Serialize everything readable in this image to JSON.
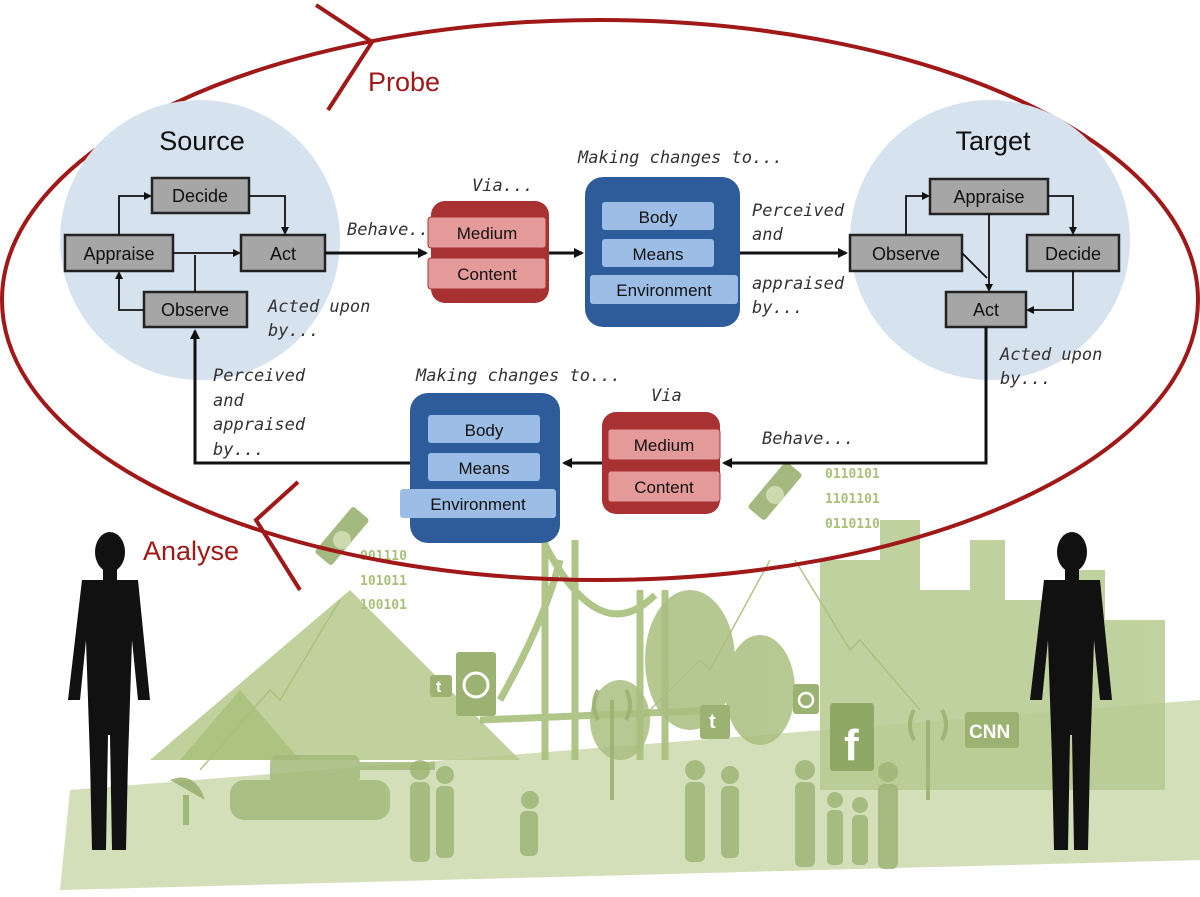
{
  "labels": {
    "probe": "Probe",
    "analyse": "Analyse",
    "source_title": "Source",
    "target_title": "Target"
  },
  "source": {
    "decide": "Decide",
    "appraise": "Appraise",
    "act": "Act",
    "observe": "Observe"
  },
  "target": {
    "appraise": "Appraise",
    "observe": "Observe",
    "decide": "Decide",
    "act": "Act"
  },
  "top_flow": {
    "behave": "Behave...",
    "via": "Via...",
    "medium": "Medium",
    "content": "Content",
    "making_changes": "Making changes to...",
    "body": "Body",
    "means": "Means",
    "environment": "Environment",
    "perceived_lines": [
      "Perceived",
      "and",
      "appraised",
      "by..."
    ],
    "acted_upon_lines": [
      "Acted upon",
      "by..."
    ]
  },
  "bottom_flow": {
    "acted_upon_lines": [
      "Acted upon",
      "by..."
    ],
    "behave": "Behave...",
    "via": "Via",
    "medium": "Medium",
    "content": "Content",
    "making_changes": "Making changes to...",
    "body": "Body",
    "means": "Means",
    "environment": "Environment",
    "perceived_lines": [
      "Perceived",
      "and",
      "appraised",
      "by..."
    ]
  },
  "background": {
    "binary_left": [
      "001110",
      "101011",
      "100101"
    ],
    "binary_right": [
      "0110101",
      "1101101",
      "0110110"
    ],
    "logo_cnn": "CNN",
    "logo_facebook": "f",
    "logo_twitter": "t"
  },
  "colors": {
    "ellipse": "#a01818",
    "circle_fill": "#d7e2ef",
    "gray_box": "#a6a6a6",
    "red_container": "#a83232",
    "red_chip": "#e59a9a",
    "blue_container": "#2e5b9a",
    "blue_chip": "#9cbde6",
    "scenery": "#b9cc93"
  }
}
